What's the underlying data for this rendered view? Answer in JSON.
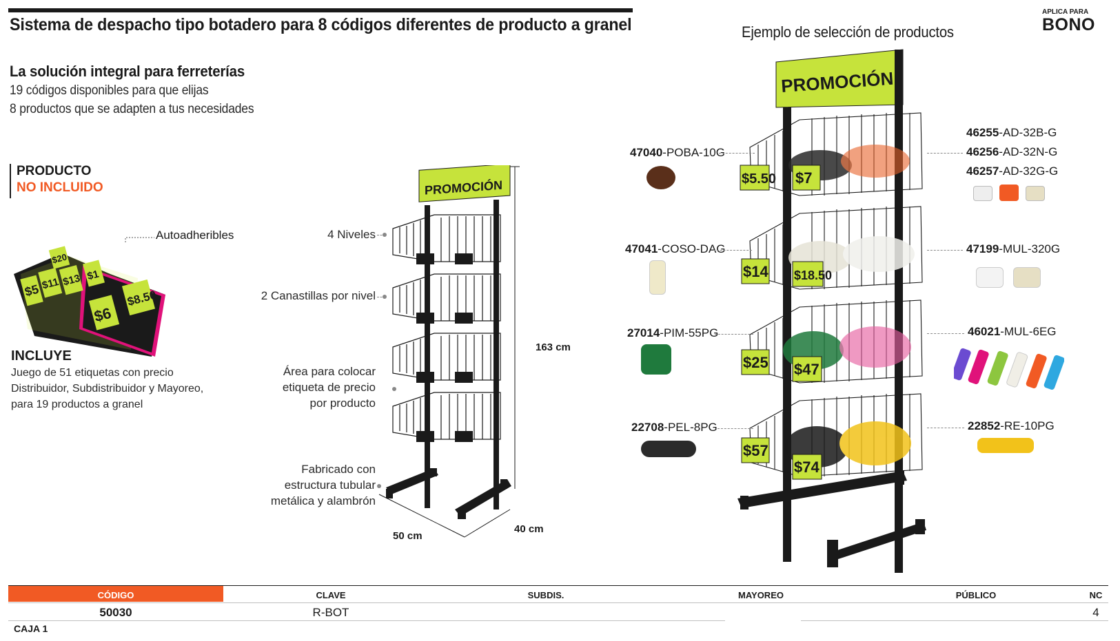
{
  "header": {
    "title": "Sistema de despacho tipo botadero para 8 códigos diferentes de producto a granel",
    "example_title": "Ejemplo de selección de productos",
    "bono_top": "APLICA PARA",
    "bono_main": "BONO"
  },
  "intro": {
    "heading": "La solución integral para ferreterías",
    "line1": "19 códigos disponibles para que elijas",
    "line2": "8 productos que se adapten a tus necesidades"
  },
  "not_included": {
    "line1": "PRODUCTO",
    "line2": "NO INCLUIDO"
  },
  "labels_card": {
    "callout": "Autoadheribles",
    "price_tags": [
      "$5",
      "$11",
      "$13",
      "$20",
      "$6",
      "$8.50",
      "$1"
    ]
  },
  "incluye": {
    "title": "INCLUYE",
    "line1": "Juego de 51 etiquetas con precio",
    "line2": "Distribuidor, Subdistribuidor y Mayoreo,",
    "line3": "para 19 productos a granel"
  },
  "rack_callouts": {
    "niveles": "4 Niveles",
    "canastillas": "2 Canastillas por nivel",
    "area_1": "Área para colocar",
    "area_2": "etiqueta de precio",
    "area_3": "por producto",
    "fab_1": "Fabricado con",
    "fab_2": "estructura tubular",
    "fab_3": "metálica y alambrón",
    "height": "163 cm",
    "width": "50 cm",
    "depth": "40 cm",
    "sign": "PROMOCIÓN"
  },
  "example_rack": {
    "sign": "PROMOCIÓN",
    "prices": [
      "$5.50",
      "$7",
      "$14",
      "$18.50",
      "$25",
      "$47",
      "$57",
      "$74"
    ]
  },
  "products_left": [
    {
      "num": "47040",
      "code": "-POBA-10G"
    },
    {
      "num": "47041",
      "code": "-COSO-DAG"
    },
    {
      "num": "27014",
      "code": "-PIM-55PG"
    },
    {
      "num": "22708",
      "code": "-PEL-8PG"
    }
  ],
  "products_right": [
    {
      "num": "46255",
      "code": "-AD-32B-G"
    },
    {
      "num": "46256",
      "code": "-AD-32N-G"
    },
    {
      "num": "46257",
      "code": "-AD-32G-G"
    },
    {
      "num": "47199",
      "code": "-MUL-320G"
    },
    {
      "num": "46021",
      "code": "-MUL-6EG"
    },
    {
      "num": "22852",
      "code": "-RE-10PG"
    }
  ],
  "table": {
    "headers": [
      "CÓDIGO",
      "CLAVE",
      "SUBDIS.",
      "MAYOREO",
      "PÚBLICO",
      "NC"
    ],
    "row": [
      "50030",
      "R-BOT",
      "",
      "",
      "",
      "4"
    ],
    "caja": "CAJA 1"
  },
  "colors": {
    "accent_orange": "#f15a24",
    "promo_green": "#c6e33b",
    "magenta": "#e0127a",
    "rack_black": "#1a1a1a"
  }
}
